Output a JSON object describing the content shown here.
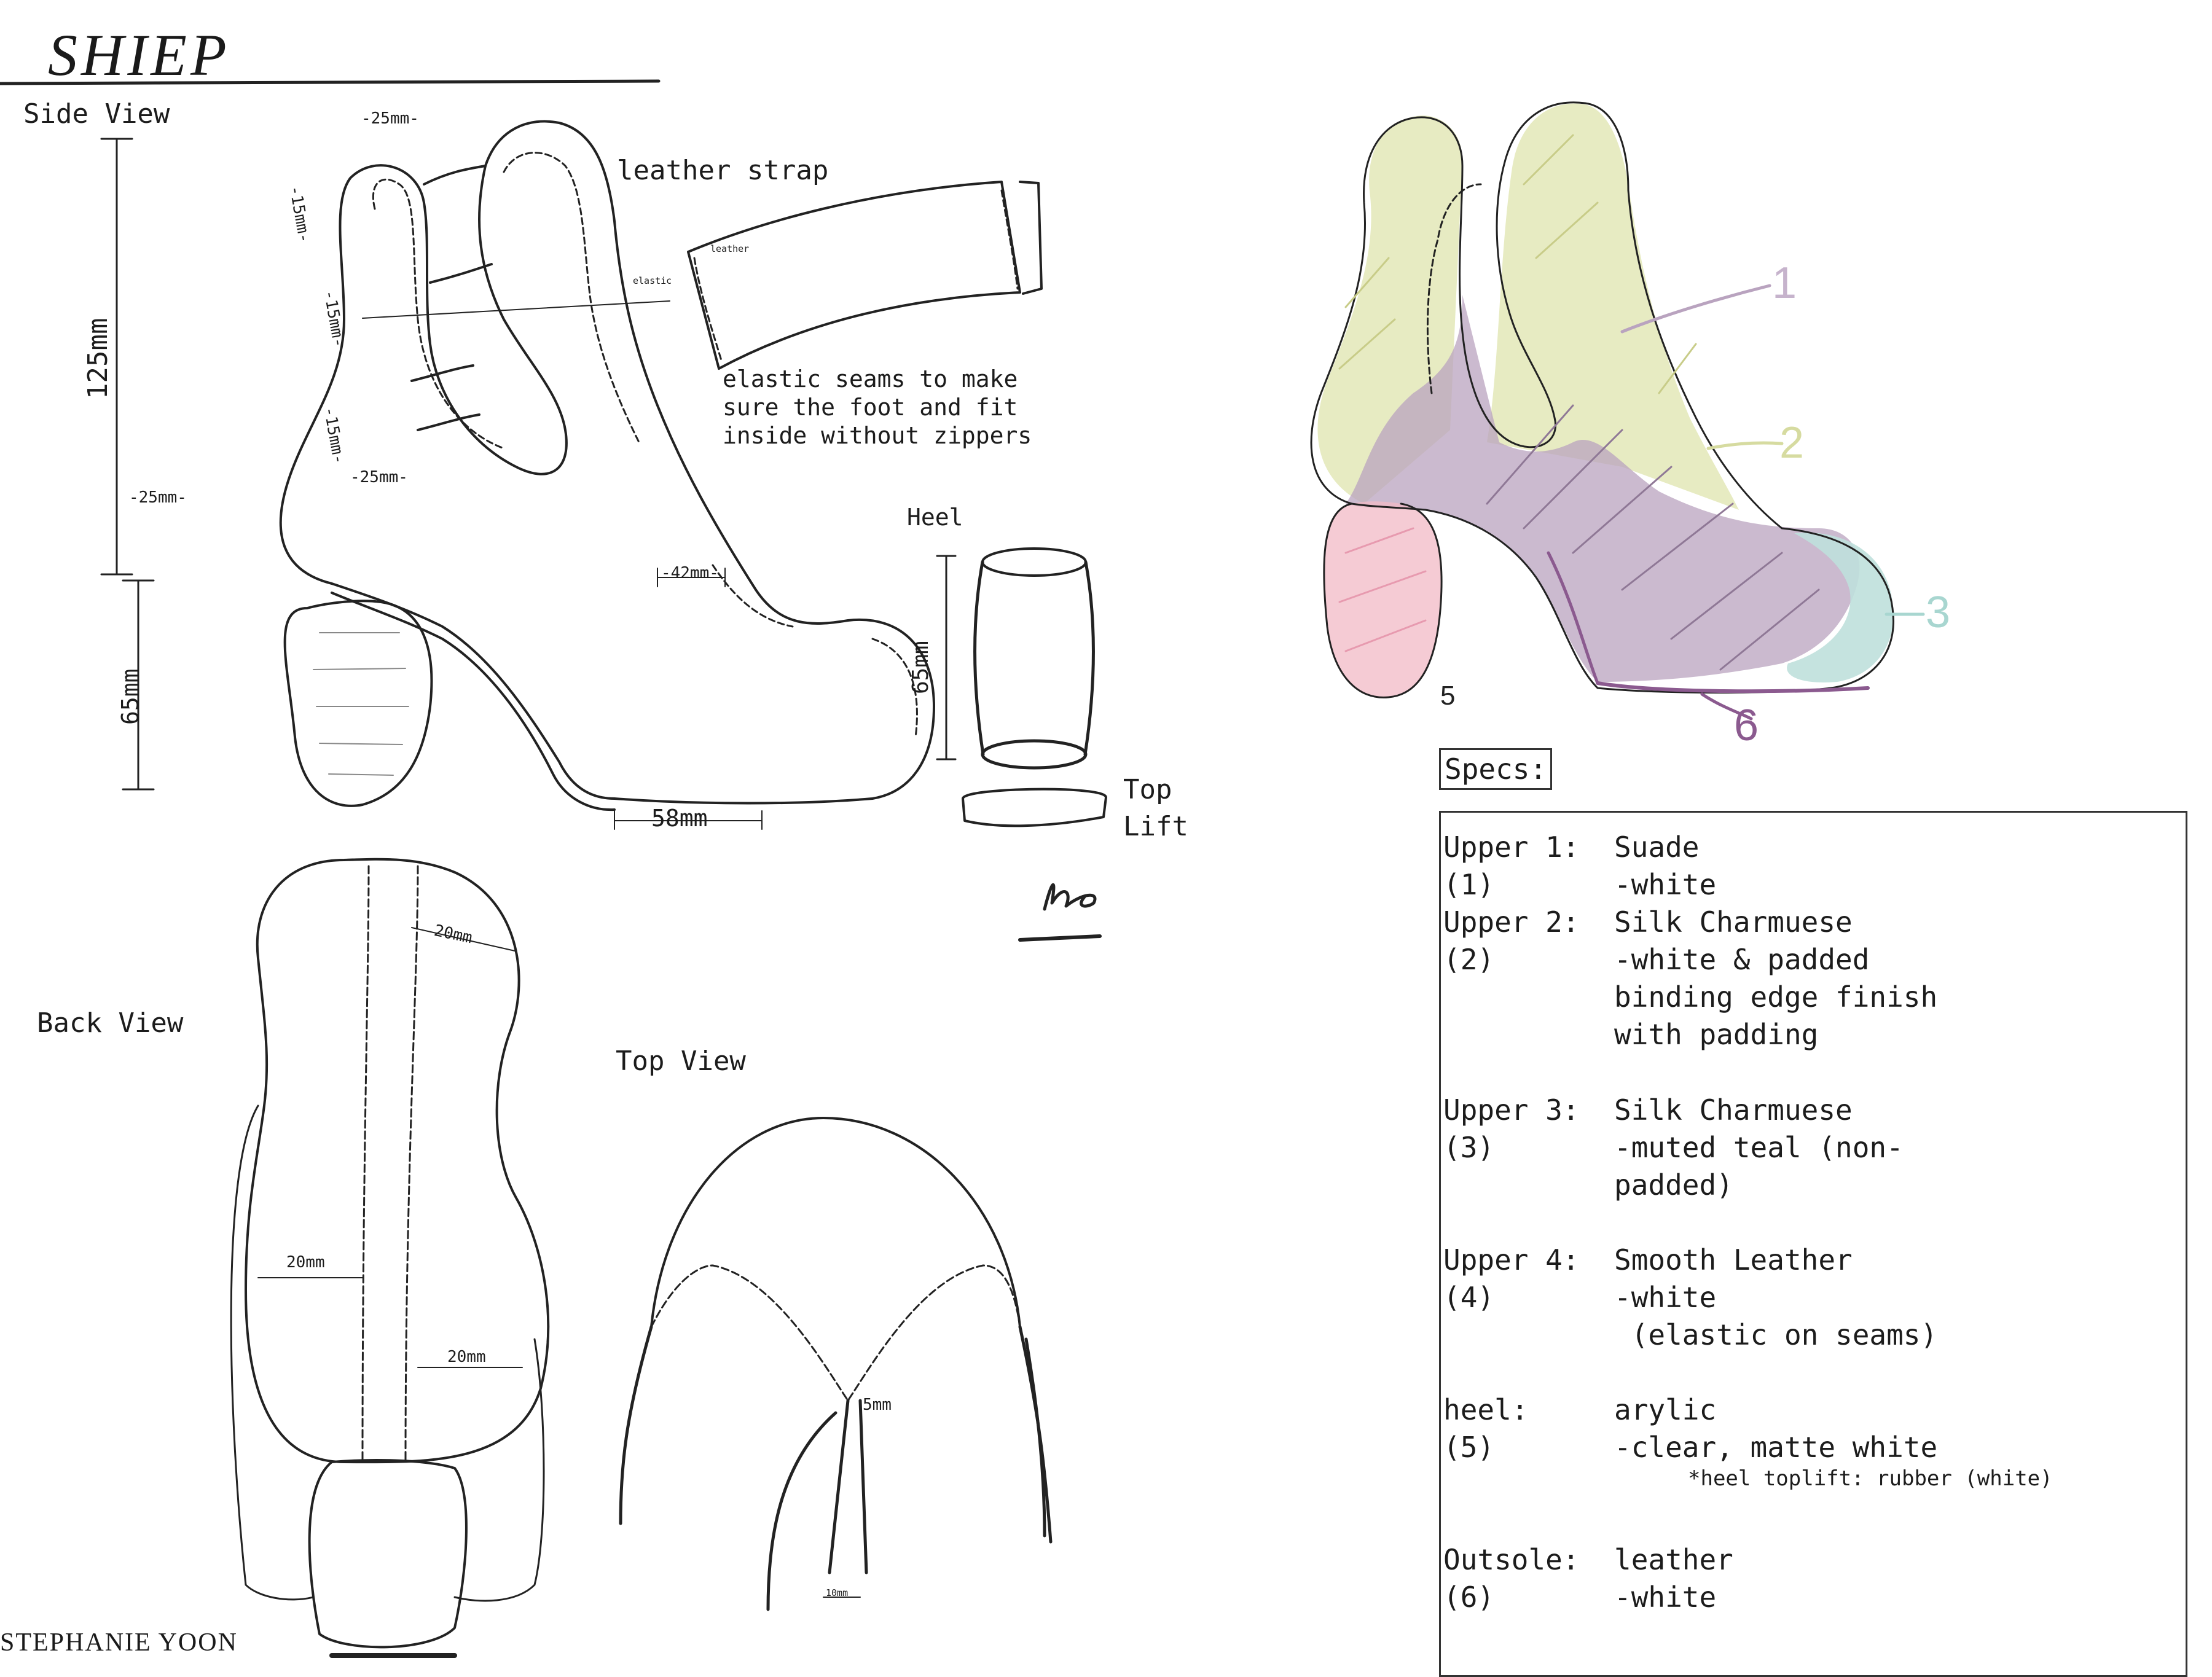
{
  "header": {
    "title": "SHIEP",
    "author": "STEPHANIE YOON"
  },
  "side_view": {
    "label": "Side View",
    "dims": {
      "top": "-25mm-",
      "d1": "-15mm-",
      "d2": "-15mm-",
      "d3": "-15mm-",
      "d4": "-25mm-",
      "left_mid": "-25mm-",
      "instep": "-42mm-",
      "height": "125mm",
      "heel_height": "65mm",
      "sole": "58mm"
    },
    "strap_label": "leather strap",
    "mini_leather": "leather",
    "mini_elastic": "elastic",
    "elastic_note": [
      "elastic seams to make",
      "sure the foot and fit",
      "inside without zippers"
    ]
  },
  "heel_detail": {
    "label": "Heel",
    "height": "65mm",
    "toplift": [
      "Top",
      "Lift"
    ]
  },
  "back_view": {
    "label": "Back View",
    "dim_top": "20mm",
    "dim_mid": "20mm",
    "dim_low": "20mm"
  },
  "top_view": {
    "label": "Top View",
    "dim_a": "5mm",
    "dim_b": "10mm"
  },
  "colored_view": {
    "num1": "1",
    "num2": "2",
    "num3": "3",
    "num5": "5",
    "num6": "6"
  },
  "specs": {
    "title": "Specs:",
    "items": [
      {
        "k1": "Upper 1:",
        "k2": "(1)",
        "lines": [
          "Suade",
          "-white"
        ]
      },
      {
        "k1": "Upper 2:",
        "k2": "(2)",
        "lines": [
          "Silk Charmuese",
          "-white & padded",
          "binding edge finish",
          "with padding"
        ]
      },
      {
        "k1": "Upper 3:",
        "k2": "(3)",
        "lines": [
          "Silk Charmuese",
          "-muted teal (non-",
          "padded)"
        ]
      },
      {
        "k1": "Upper 4:",
        "k2": "(4)",
        "lines": [
          "Smooth Leather",
          "-white",
          " (elastic on seams)"
        ]
      },
      {
        "k1": "heel:",
        "k2": "(5)",
        "lines": [
          "arylic",
          "-clear, matte white"
        ]
      },
      {
        "k1": "Outsole:",
        "k2": "(6)",
        "lines": [
          "leather",
          "-white"
        ]
      }
    ],
    "heel_note": "*heel toplift: rubber (white)"
  },
  "colors": {
    "lilac": "#b9a3bf",
    "lime": "#dde3a8",
    "teal": "#bfe0dc",
    "pink": "#f1b9c6",
    "purple": "#8b5a8f",
    "line": "#222222"
  }
}
